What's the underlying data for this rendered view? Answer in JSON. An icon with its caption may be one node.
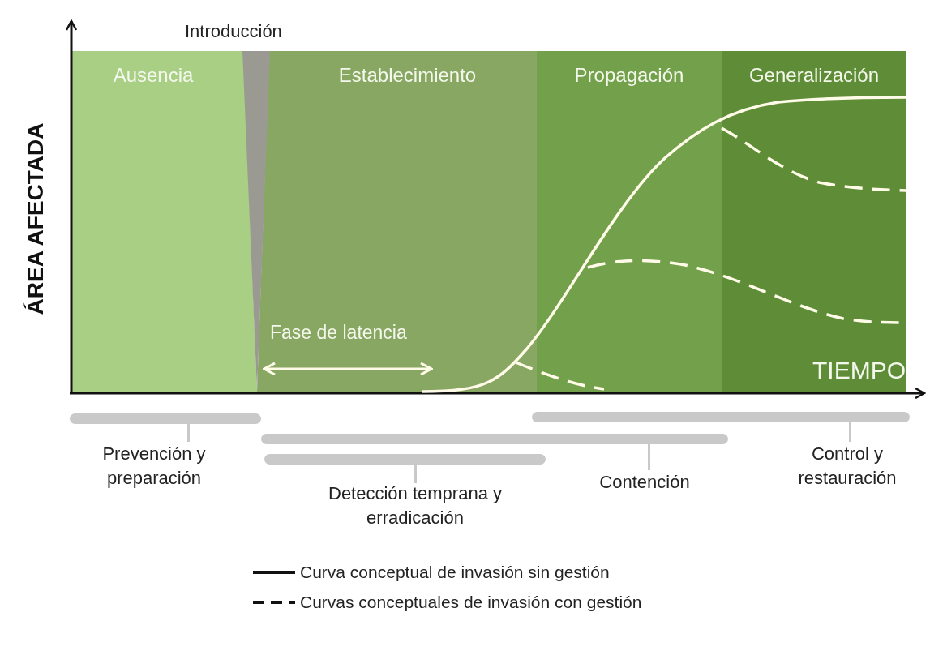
{
  "diagram": {
    "nodes": [
      {
        "text": [
          "Ausencia"
        ]
      },
      {
        "text": [
          "Establecimiento"
        ]
      },
      {
        "text": [
          "Propagación"
        ]
      },
      {
        "text": [
          "Generalización"
        ]
      },
      {
        "text": [
          "Prevención y preparación"
        ]
      },
      {
        "text": [
          "Detección temprana y erradicación"
        ]
      },
      {
        "text": [
          "Contención"
        ]
      },
      {
        "text": [
          "Control y restauración"
        ]
      }
    ],
    "labels": [
      "Introducción",
      "ÁREA AFECTADA",
      "Fase de latencia",
      "TIEMPO"
    ],
    "legend": [
      {
        "text": "Curva conceptual de invasión sin gestión"
      },
      {
        "text": "Curvas conceptuales de invasión con gestión"
      }
    ]
  }
}
